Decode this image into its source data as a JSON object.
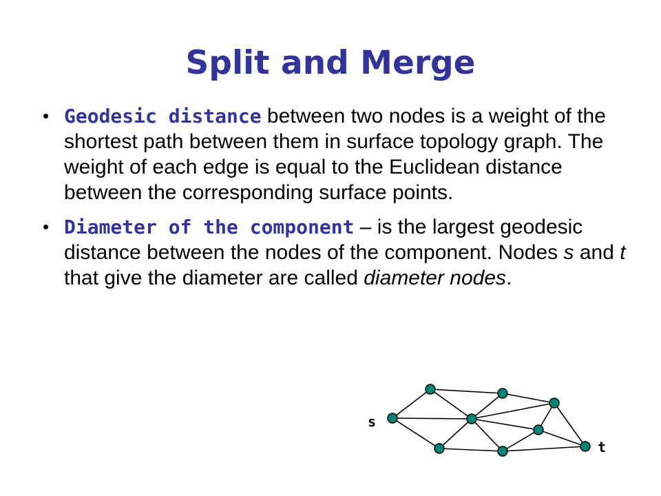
{
  "slide": {
    "title": "Split and Merge",
    "accent_color": "#333399",
    "bullet_glyph": "•"
  },
  "bullets": [
    {
      "term": "Geodesic distance",
      "text": " between two nodes is a weight of the shortest path between them in surface topology graph. The weight of each edge is equal to the Euclidean distance between the corresponding surface points."
    },
    {
      "term": "Diameter of the component",
      "text_before": " – is the largest geodesic distance between the nodes of the component. Nodes ",
      "s": "s",
      "and": " and ",
      "t": "t",
      "text_after": " that give the diameter are called ",
      "italic_term": "diameter nodes",
      "end": "."
    }
  ],
  "graph": {
    "node_color": "#008575",
    "node_count": 9,
    "labels": {
      "s": "s",
      "t": "t"
    }
  }
}
